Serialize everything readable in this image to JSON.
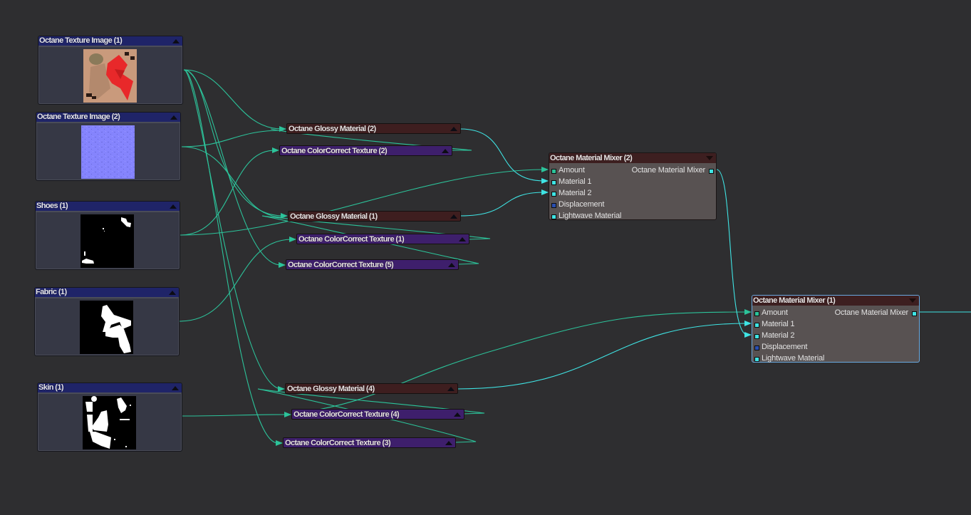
{
  "editor": {
    "name": "Node Editor",
    "colors": {
      "background": "#2e2e30",
      "texture_header": "#1f2468",
      "glossy_header": "#3e1e1f",
      "colorcorrect_header": "#3e1f6c",
      "mixer_header": "#3d1f20",
      "mixer_body": "#585252",
      "wire_scalar": "#2cc39a",
      "wire_material": "#3fe4e4",
      "selection_border": "#69a9e0"
    }
  },
  "texture_nodes": [
    {
      "id": "tex1",
      "title": "Octane Texture Image (1)",
      "preview": "photo-texture"
    },
    {
      "id": "tex2",
      "title": "Octane Texture Image (2)",
      "preview": "normal-map"
    },
    {
      "id": "shoes",
      "title": "Shoes (1)",
      "preview": "mask"
    },
    {
      "id": "fabric",
      "title": "Fabric (1)",
      "preview": "mask"
    },
    {
      "id": "skin",
      "title": "Skin (1)",
      "preview": "mask"
    }
  ],
  "compact_nodes": [
    {
      "id": "glossy2",
      "title": "Octane Glossy Material (2)",
      "type": "glossy"
    },
    {
      "id": "cc2",
      "title": "Octane ColorCorrect Texture (2)",
      "type": "colorcorrect"
    },
    {
      "id": "glossy1",
      "title": "Octane Glossy Material (1)",
      "type": "glossy"
    },
    {
      "id": "cc1",
      "title": "Octane ColorCorrect Texture (1)",
      "type": "colorcorrect"
    },
    {
      "id": "cc5",
      "title": "Octane ColorCorrect Texture (5)",
      "type": "colorcorrect"
    },
    {
      "id": "glossy4",
      "title": "Octane Glossy Material (4)",
      "type": "glossy"
    },
    {
      "id": "cc4",
      "title": "Octane ColorCorrect Texture (4)",
      "type": "colorcorrect"
    },
    {
      "id": "cc3",
      "title": "Octane ColorCorrect Texture (3)",
      "type": "colorcorrect"
    }
  ],
  "mixers": [
    {
      "id": "mixer2",
      "title": "Octane Material Mixer (2)",
      "selected": false,
      "inputs": [
        {
          "label": "Amount",
          "socket_color": "#2cc39a"
        },
        {
          "label": "Material 1",
          "socket_color": "#3fe4e4"
        },
        {
          "label": "Material 2",
          "socket_color": "#3fe4e4"
        },
        {
          "label": "Displacement",
          "socket_color": "#2a4fb0"
        },
        {
          "label": "Lightwave Material",
          "socket_color": "#3fe4e4"
        }
      ],
      "output": "Octane Material Mixer"
    },
    {
      "id": "mixer1",
      "title": "Octane Material Mixer (1)",
      "selected": true,
      "inputs": [
        {
          "label": "Amount",
          "socket_color": "#2cc39a"
        },
        {
          "label": "Material 1",
          "socket_color": "#3fe4e4"
        },
        {
          "label": "Material 2",
          "socket_color": "#3fe4e4"
        },
        {
          "label": "Displacement",
          "socket_color": "#2a4fb0"
        },
        {
          "label": "Lightwave Material",
          "socket_color": "#3fe4e4"
        }
      ],
      "output": "Octane Material Mixer"
    }
  ],
  "connections": [
    {
      "from": "Octane Glossy Material (2)",
      "to": "Octane Material Mixer (2).Material 1"
    },
    {
      "from": "Octane Glossy Material (1)",
      "to": "Octane Material Mixer (2).Material 2"
    },
    {
      "from": "Shoes (1)",
      "to": "Octane Material Mixer (2).Amount"
    },
    {
      "from": "Octane Material Mixer (2)",
      "to": "Octane Material Mixer (1).Material 2"
    },
    {
      "from": "Octane Glossy Material (4)",
      "to": "Octane Material Mixer (1).Material 1"
    },
    {
      "from": "Octane ColorCorrect Texture (4)",
      "to": "Octane Material Mixer (1).Amount"
    }
  ]
}
